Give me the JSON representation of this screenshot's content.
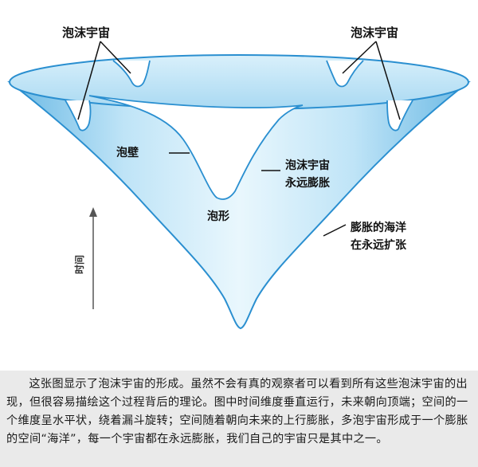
{
  "labels": {
    "bubble_universe_left": "泡沫宇宙",
    "bubble_universe_right": "泡沫宇宙",
    "bubble_wall": "泡壁",
    "bubble_universe_forever_line1": "泡沫宇宙",
    "bubble_universe_forever_line2": "永远膨胀",
    "bubble_form": "泡形",
    "ocean_line1": "膨胀的海洋",
    "ocean_line2": "在永远扩张",
    "time_axis": "时间"
  },
  "caption": {
    "text": "这张图显示了泡沫宇宙的形成。虽然不会有真的观察者可以看到所有这些泡沫宇宙的出现，但很容易描绘这个过程背后的理论。图中时间维度垂直运行，未来朝向顶端；空间的一个维度呈水平状，绕着漏斗旋转；空间随着朝向未来的上行膨胀，多泡宇宙形成于一个膨胀的空间“海洋”，每一个宇宙都在永远膨胀，我们自己的宇宙只是其中之一。"
  },
  "colors": {
    "funnel_light": "#e8f6fd",
    "funnel_mid": "#b9e2f6",
    "funnel_dark": "#7cc3e8",
    "outline": "#2a8fd0",
    "bubble_fill": "#ffffff"
  }
}
